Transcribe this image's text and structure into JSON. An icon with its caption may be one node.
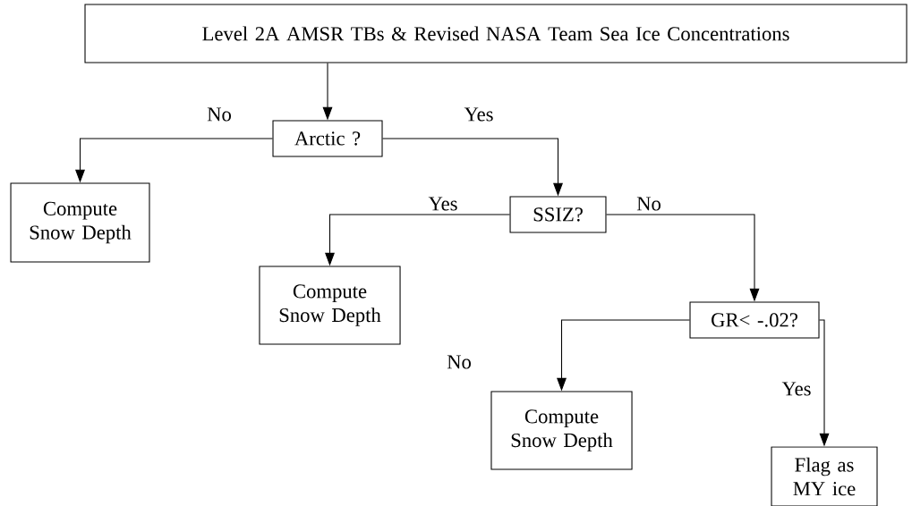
{
  "diagram": {
    "nodes": [
      {
        "text": [
          "Level 2A AMSR TBs & Revised NASA Team Sea Ice Concentrations"
        ]
      },
      {
        "text": [
          "Arctic ?"
        ]
      },
      {
        "text": [
          "Compute Snow Depth"
        ]
      },
      {
        "text": [
          "SSIZ?"
        ]
      },
      {
        "text": [
          "Compute Snow Depth"
        ]
      },
      {
        "text": [
          "GR< -.02?"
        ]
      },
      {
        "text": [
          "Compute Snow Depth"
        ]
      },
      {
        "text": [
          "Flag as MY ice"
        ]
      }
    ],
    "edges": [
      {
        "from": 0,
        "to": 1,
        "arrow": "to"
      },
      {
        "from": 1,
        "to": 2,
        "arrow": "to",
        "label": "No"
      },
      {
        "from": 1,
        "to": 3,
        "arrow": "to",
        "label": "Yes"
      },
      {
        "from": 3,
        "to": 4,
        "arrow": "to",
        "label": "Yes"
      },
      {
        "from": 3,
        "to": 5,
        "arrow": "to",
        "label": "No"
      },
      {
        "from": 5,
        "to": 6,
        "arrow": "to",
        "label": "No"
      },
      {
        "from": 5,
        "to": 7,
        "arrow": "to",
        "label": "Yes"
      }
    ]
  }
}
